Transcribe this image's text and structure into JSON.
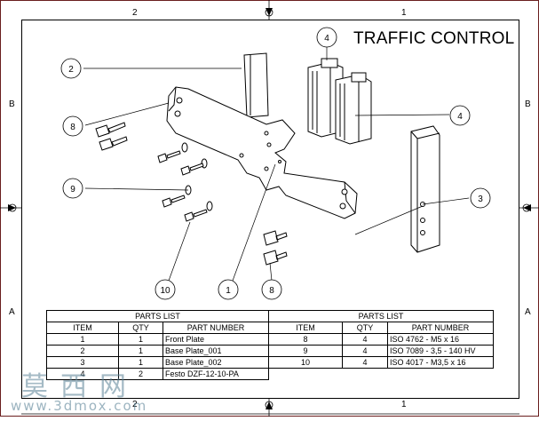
{
  "sheet": {
    "title": "TRAFFIC CONTROL",
    "zones_top": [
      "2",
      "1"
    ],
    "zones_side": [
      "B",
      "A"
    ]
  },
  "balloons": [
    "1",
    "2",
    "3",
    "4",
    "4",
    "8",
    "8",
    "9",
    "10"
  ],
  "parts_list": {
    "title": "PARTS LIST",
    "headers": [
      "ITEM",
      "QTY",
      "PART NUMBER"
    ],
    "left_rows": [
      [
        "1",
        "1",
        "Front Plate"
      ],
      [
        "2",
        "1",
        "Base Plate_001"
      ],
      [
        "3",
        "1",
        "Base Plate_002"
      ],
      [
        "4",
        "2",
        "Festo DZF-12-10-PA"
      ]
    ],
    "right_rows": [
      [
        "8",
        "4",
        "ISO 4762 - M5 x 16"
      ],
      [
        "9",
        "4",
        "ISO 7089 - 3,5 - 140 HV"
      ],
      [
        "10",
        "4",
        "ISO 4017 - M3,5 x 16"
      ]
    ]
  },
  "watermark": {
    "chinese": "莫西网",
    "url": "www.3dmox.com"
  }
}
